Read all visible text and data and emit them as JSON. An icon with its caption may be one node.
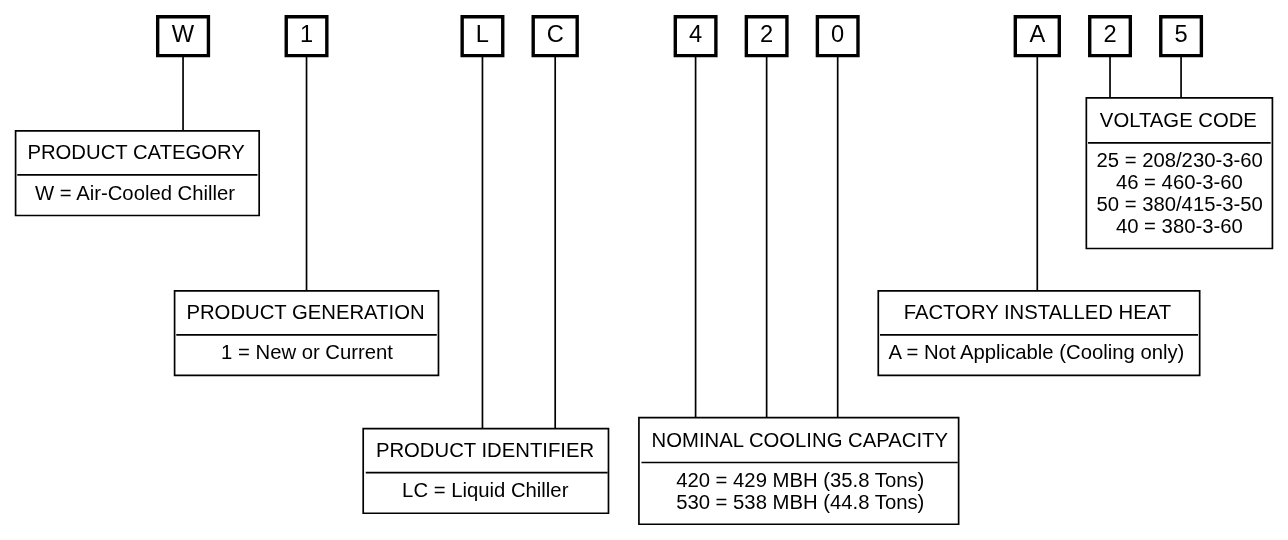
{
  "diagram": {
    "nodes": [
      {
        "text": [
          "W"
        ]
      },
      {
        "text": [
          "1"
        ]
      },
      {
        "text": [
          "L"
        ]
      },
      {
        "text": [
          "C"
        ]
      },
      {
        "text": [
          "4"
        ]
      },
      {
        "text": [
          "2"
        ]
      },
      {
        "text": [
          "0"
        ]
      },
      {
        "text": [
          "A"
        ]
      },
      {
        "text": [
          "2"
        ]
      },
      {
        "text": [
          "5"
        ]
      },
      {
        "text": [
          "VOLTAGE CODE",
          "25 = 208/230-3-60",
          "46 = 460-3-60",
          "50 = 380/415-3-50",
          "40 = 380-3-60"
        ]
      },
      {
        "text": [
          "PRODUCT CATEGORY",
          "W = Air-Cooled Chiller"
        ]
      },
      {
        "text": [
          "PRODUCT GENERATION",
          "1 = New or Current"
        ]
      },
      {
        "text": [
          "FACTORY INSTALLED HEAT",
          "A = Not Applicable (Cooling only)"
        ]
      },
      {
        "text": [
          "NOMINAL COOLING CAPACITY",
          "420 = 429 MBH (35.8 Tons)",
          "530 = 538 MBH (44.8 Tons)"
        ]
      },
      {
        "text": [
          "PRODUCT IDENTIFIER",
          "LC = Liquid Chiller"
        ]
      }
    ],
    "edges": [
      {
        "from": 11,
        "to": 0,
        "arrow": "none"
      },
      {
        "from": 12,
        "to": 1,
        "arrow": "none"
      },
      {
        "from": 15,
        "to": 2,
        "arrow": "none"
      },
      {
        "from": 15,
        "to": 3,
        "arrow": "none"
      },
      {
        "from": 14,
        "to": 4,
        "arrow": "none"
      },
      {
        "from": 14,
        "to": 5,
        "arrow": "none"
      },
      {
        "from": 14,
        "to": 6,
        "arrow": "none"
      },
      {
        "from": 13,
        "to": 7,
        "arrow": "none"
      },
      {
        "from": 10,
        "to": 8,
        "arrow": "none"
      },
      {
        "from": 10,
        "to": 9,
        "arrow": "none"
      }
    ]
  }
}
